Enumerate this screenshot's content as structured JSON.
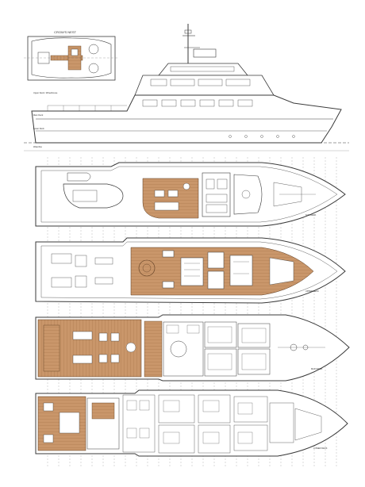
{
  "sheet": {
    "title": "GENERAL ARRANGEMENT",
    "inset_title": "CROW'S NEST",
    "colors": {
      "line": "#3a3a3a",
      "teak": "#c9966a",
      "teak_dark": "#a8734a",
      "grid": "#9a9a9a",
      "hull_fill": "#ffffff"
    }
  },
  "profile": {
    "labels": [
      "Upper Deck / Wheelhouse",
      "Main Deck",
      "Lower Deck",
      "Waterline"
    ]
  },
  "decks": [
    {
      "id": "sun-deck",
      "name": "SUN DECK"
    },
    {
      "id": "upper-deck",
      "name": "UPPER DECK"
    },
    {
      "id": "main-deck",
      "name": "MAIN DECK"
    },
    {
      "id": "lower-deck",
      "name": "LOWER DECK"
    }
  ]
}
